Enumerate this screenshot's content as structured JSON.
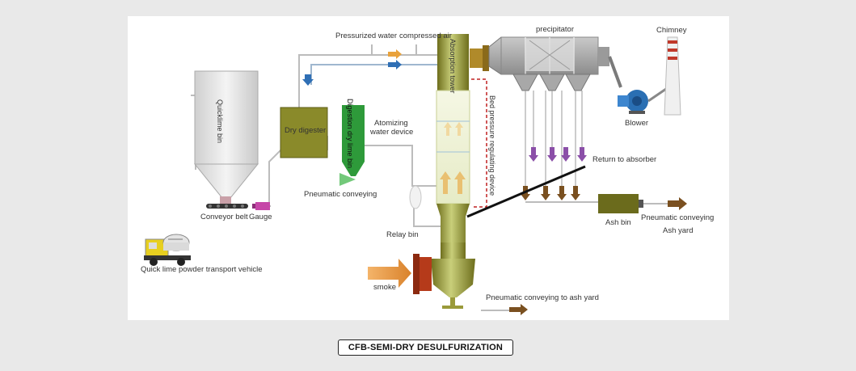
{
  "caption": "CFB-SEMI-DRY DESULFURIZATION",
  "labels": {
    "pressurized_water": "Pressurized water",
    "compressed_air": "compressed air",
    "precipitator": "precipitator",
    "chimney": "Chimney",
    "blower": "Blower",
    "quicklime_bin": "Quicklime bin",
    "dry_digester": "Dry digester",
    "digestion_dry_lime_bin": "Digestion dry lime bin",
    "absorption_tower": "Absorption tower",
    "bed_pressure_device": "Bed pressure regulating device",
    "atomizing_line1": "Atomizing",
    "atomizing_line2": "water device",
    "return_to_absorber": "Return to absorber",
    "pneumatic_conveying": "Pneumatic conveying",
    "conveyor_belt": "Conveyor belt",
    "gauge": "Gauge",
    "relay_bin": "Relay bin",
    "ash_bin": "Ash bin",
    "pneumatic_conveying_right": "Pneumatic conveying",
    "ash_yard": "Ash yard",
    "quick_lime_vehicle": "Quick lime powder transport vehicle",
    "smoke": "smoke",
    "pneumatic_to_ash_yard": "Pneumatic conveying to ash yard"
  },
  "colors": {
    "olive": "#8a8a2a",
    "tower_light": "#c8d080",
    "green_bin": "#2e9a3a",
    "arrow_orange": "#d9822b",
    "arrow_purple": "#8b4fa8",
    "arrow_brown": "#7a5020",
    "arrow_blue": "#2f6fb5",
    "pipe": "#b9b9b9",
    "gauge_magenta": "#c646a8",
    "flange_red": "#b53a1a"
  }
}
